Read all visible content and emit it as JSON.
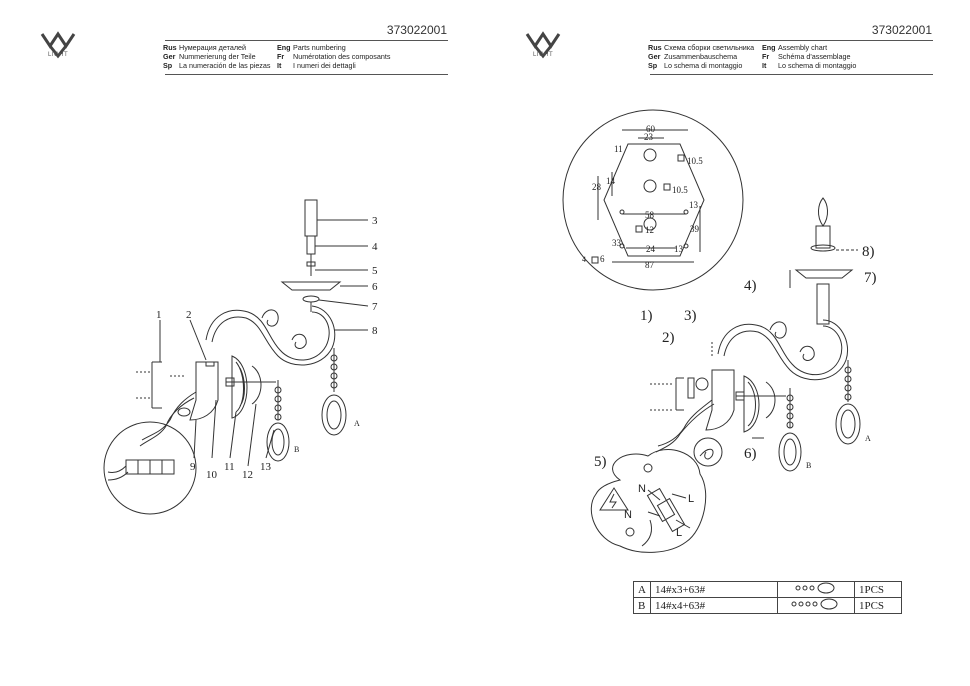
{
  "code": "373022001",
  "brand_text": "LIGHT",
  "left_header": [
    {
      "lang": "Rus",
      "text": "Нумерация деталей"
    },
    {
      "lang": "Ger",
      "text": "Nummerierung der Teile"
    },
    {
      "lang": "Sp",
      "text": "La numeración de las piezas"
    },
    {
      "lang": "Eng",
      "text": "Parts numbering"
    },
    {
      "lang": "Fr",
      "text": "Numérotation des composants"
    },
    {
      "lang": "It",
      "text": "I numeri dei dettagli"
    }
  ],
  "right_header": [
    {
      "lang": "Rus",
      "text": "Схема сборки светильника"
    },
    {
      "lang": "Ger",
      "text": "Zusammenbauschema"
    },
    {
      "lang": "Sp",
      "text": "Lo schema di montaggio"
    },
    {
      "lang": "Eng",
      "text": "Assembly chart"
    },
    {
      "lang": "Fr",
      "text": "Schéma d'assemblage"
    },
    {
      "lang": "It",
      "text": "Lo schema di montaggio"
    }
  ],
  "left_numbers": [
    "1",
    "2",
    "3",
    "4",
    "5",
    "6",
    "7",
    "8",
    "9",
    "10",
    "11",
    "12",
    "13"
  ],
  "left_labels": {
    "a": "A",
    "b": "B"
  },
  "right_steps": [
    "1)",
    "2)",
    "3)",
    "4)",
    "5)",
    "6)",
    "7)",
    "8)"
  ],
  "right_labels": {
    "a": "A",
    "b": "B",
    "n": "N",
    "l": "L"
  },
  "dims": [
    "60",
    "23",
    "11",
    "10.5",
    "14",
    "28",
    "10.5",
    "13",
    "58",
    "39",
    "12",
    "33",
    "24",
    "13",
    "4",
    "6",
    "87"
  ],
  "table": [
    {
      "id": "A",
      "spec": "14#x3+63#",
      "qty": "1PCS"
    },
    {
      "id": "B",
      "spec": "14#x4+63#",
      "qty": "1PCS"
    }
  ],
  "colors": {
    "line": "#333333",
    "rule": "#555555"
  }
}
